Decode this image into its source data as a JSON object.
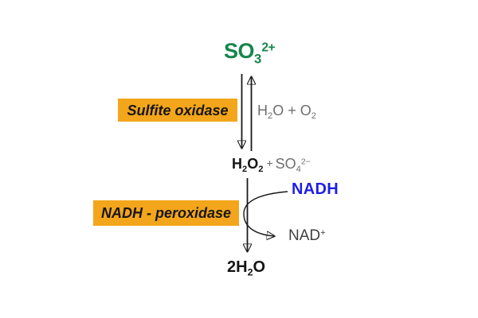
{
  "colors": {
    "bg": "#ffffff",
    "ink": "#1a1a1a",
    "green": "#16854c",
    "orange": "#f3a51b",
    "blue": "#1e1ee6",
    "gray": "#6f6f6f",
    "darkgray": "#3f3f3f"
  },
  "substrate": {
    "base": "SO",
    "subscript": "3",
    "superscript": "2+"
  },
  "enzyme1": {
    "label": "Sulfite oxidase"
  },
  "cofactors1": {
    "p1": "H",
    "s1": "2",
    "p2": "O + O",
    "s2": "2"
  },
  "intermediate": {
    "peroxide": {
      "p1": "H",
      "s1": "2",
      "p2": "O",
      "s2": "2"
    },
    "plus": "+",
    "sulfate": {
      "base": "SO",
      "subscript": "4",
      "superscript": "2−"
    }
  },
  "nadh": {
    "label": "NADH"
  },
  "enzyme2": {
    "label": "NADH - peroxidase"
  },
  "nad": {
    "base": "NAD",
    "superscript": "+"
  },
  "product": {
    "p1": "2H",
    "s1": "2",
    "p2": "O"
  }
}
